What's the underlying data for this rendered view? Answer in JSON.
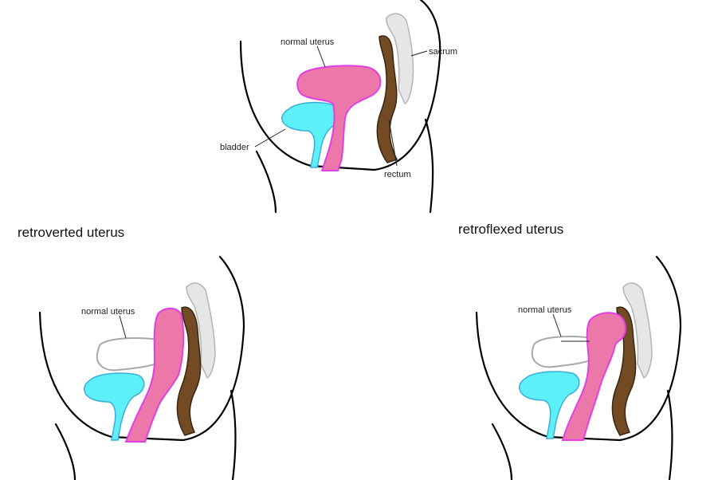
{
  "diagram": {
    "colors": {
      "uterus_fill": "#ec78aa",
      "uterus_edge": "#e23ee6",
      "bladder_fill": "#5ef0f8",
      "bladder_edge": "#3aaed8",
      "rectum_fill": "#724a24",
      "rectum_edge": "#3a2510",
      "sacrum_fill": "#e6e6e6",
      "sacrum_edge": "#b4b4b4",
      "ghost_uterus_edge": "#a8a8a8",
      "body_outline": "#000000"
    },
    "normal": {
      "labels": {
        "normal_uterus": "normal uterus",
        "sacrum": "sacrum",
        "bladder": "bladder",
        "rectum": "rectum"
      }
    },
    "retroverted": {
      "title": "retroverted uterus",
      "labels": {
        "normal_uterus": "normal uterus"
      }
    },
    "retroflexed": {
      "title": "retroflexed uterus",
      "labels": {
        "normal_uterus": "normal uterus"
      }
    }
  }
}
